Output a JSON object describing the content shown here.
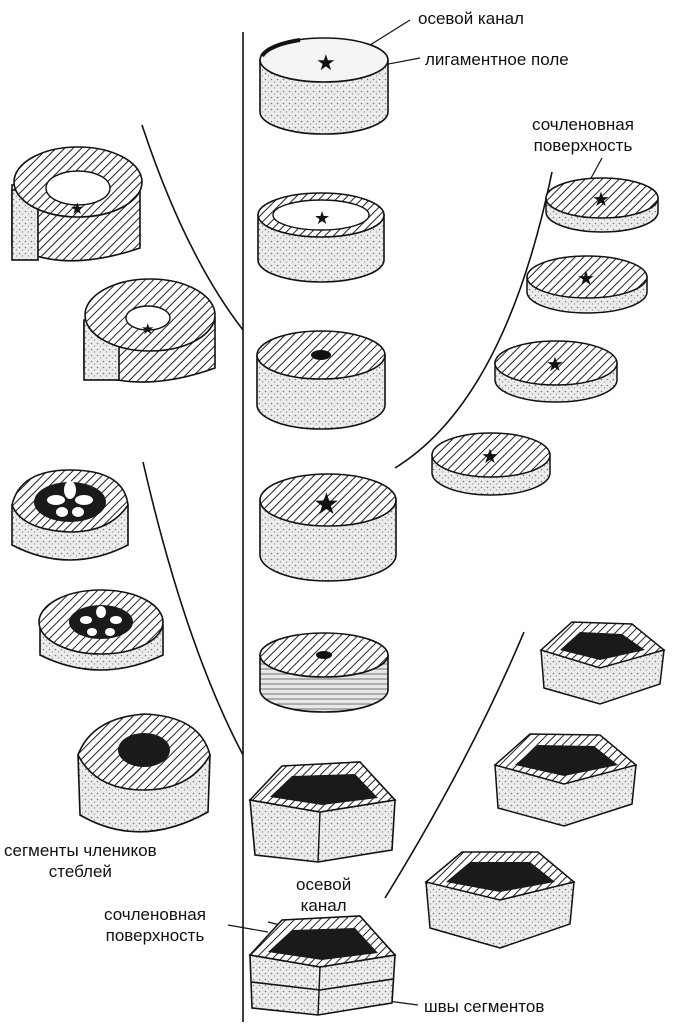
{
  "labels": {
    "axial_canal_top": "осевой канал",
    "ligament_field": "лигаментное поле",
    "articular_surface_top": [
      "сочленовная",
      "поверхность"
    ],
    "stem_segments": [
      "сегменты члеников",
      "стеблей"
    ],
    "axial_canal_bottom": [
      "осевой",
      "канал"
    ],
    "articular_surface_bottom": [
      "сочленовная",
      "поверхность"
    ],
    "segment_sutures": "швы сегментов"
  },
  "colors": {
    "ink": "#111111",
    "paper": "#ffffff",
    "dark_fill": "#1a1a1a",
    "light_fill": "#e4e4e4"
  }
}
